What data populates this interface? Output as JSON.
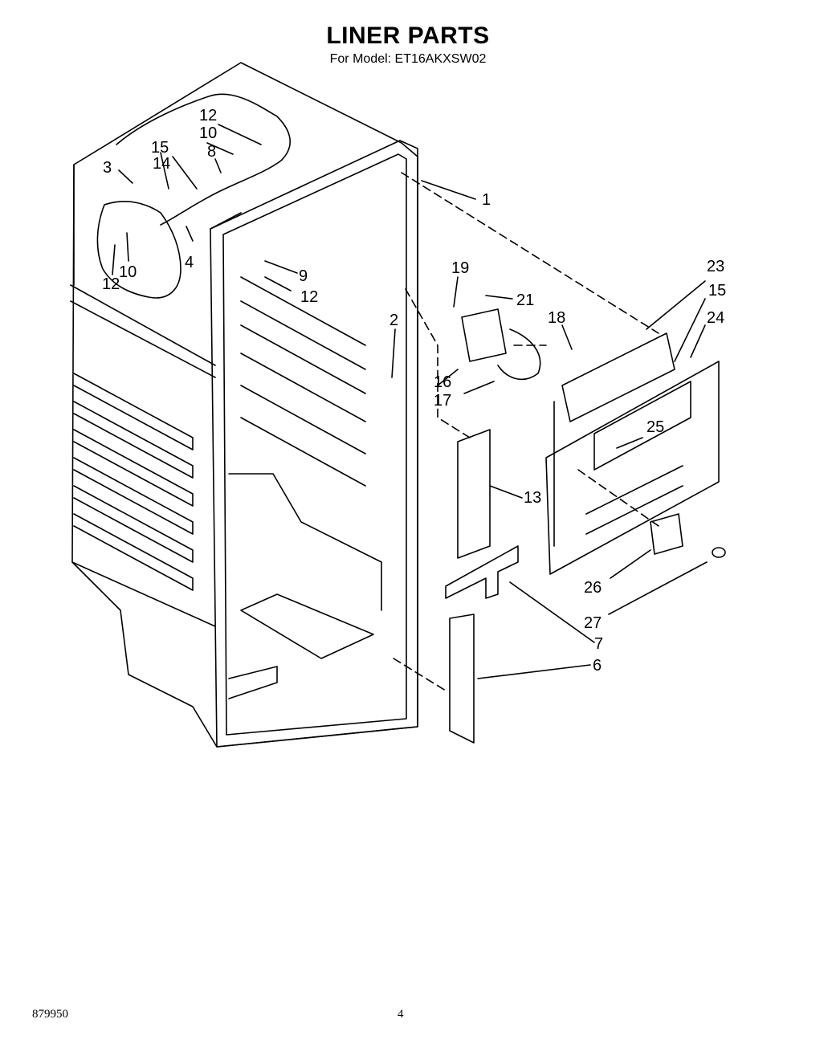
{
  "header": {
    "title": "LINER PARTS",
    "subtitle": "For Model: ET16AKXSW02"
  },
  "footer": {
    "doc_number": "879950",
    "page_number": "4"
  },
  "callouts": [
    "1",
    "2",
    "3",
    "4",
    "6",
    "7",
    "8",
    "9",
    "10",
    "10",
    "12",
    "12",
    "12",
    "13",
    "14",
    "15",
    "15",
    "16",
    "17",
    "18",
    "19",
    "21",
    "23",
    "24",
    "25",
    "26",
    "27"
  ]
}
